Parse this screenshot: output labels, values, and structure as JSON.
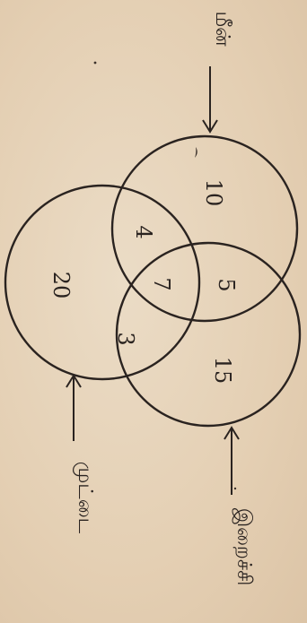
{
  "sets": [
    {
      "id": "meen",
      "label": "மீன்"
    },
    {
      "id": "iraichi",
      "label": "இறைச்சி"
    },
    {
      "id": "muttai",
      "label": "முட்டை"
    }
  ],
  "regions": {
    "meen_only": "10",
    "meen_muttai": "4",
    "meen_iraichi": "5",
    "all_three": "7",
    "iraichi_muttai": "3",
    "muttai_only": "20",
    "iraichi_only": "15"
  }
}
